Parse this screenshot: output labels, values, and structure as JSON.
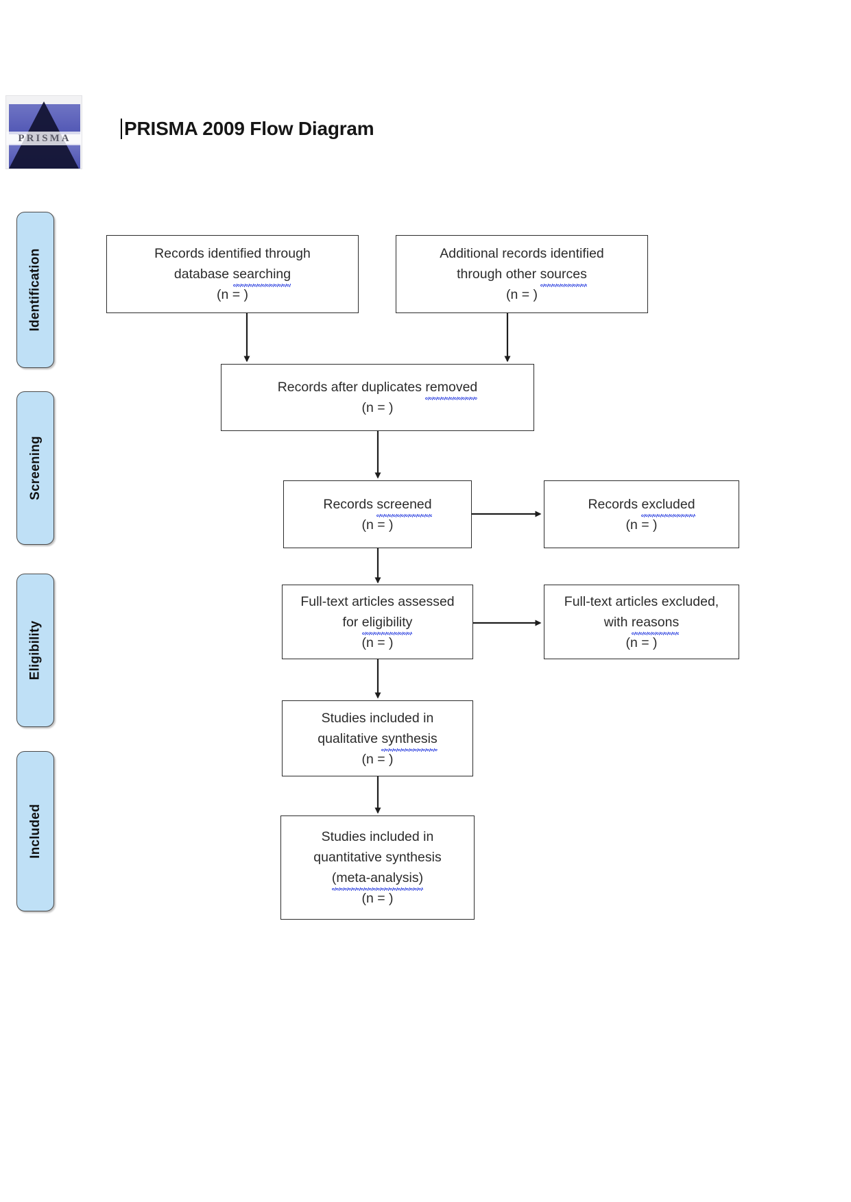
{
  "document": {
    "title": "PRISMA 2009 Flow Diagram",
    "logo_text": "PRISMA",
    "logo_alt": "prisma-logo"
  },
  "colors": {
    "stage_fill": "#bfe0f6",
    "stage_border": "#4a4a4a",
    "box_border": "#2b2b2b",
    "text": "#2b2b2b",
    "spellcheck_underline": "#2b3fe0"
  },
  "stages": [
    {
      "label": "Identification"
    },
    {
      "label": "Screening"
    },
    {
      "label": "Eligibility"
    },
    {
      "label": "Included"
    }
  ],
  "boxes": {
    "identified_database": {
      "line1": "Records identified through",
      "line2a": "database ",
      "line2b": "searching",
      "count": "(n =  )"
    },
    "identified_other": {
      "line1": "Additional records identified",
      "line2a": "through other ",
      "line2b": "sources",
      "count": "(n =  )"
    },
    "duplicates_removed": {
      "line1a": "Records after duplicates ",
      "line1b": "removed",
      "count": "(n =  )"
    },
    "records_screened": {
      "line1a": "Records ",
      "line1b": "screened",
      "count": "(n =  )"
    },
    "records_excluded": {
      "line1a": "Records ",
      "line1b": "excluded",
      "count": "(n =  )"
    },
    "fulltext_assessed": {
      "line1": "Full-text articles assessed",
      "line2a": "for ",
      "line2b": "eligibility",
      "count": "(n =  )"
    },
    "fulltext_excluded": {
      "line1": "Full-text articles excluded,",
      "line2a": "with ",
      "line2b": "reasons",
      "count": "(n =  )"
    },
    "qualitative_synthesis": {
      "line1": "Studies included in",
      "line2a": "qualitative ",
      "line2b": "synthesis",
      "count": "(n =  )"
    },
    "quantitative_synthesis": {
      "line1": "Studies included in",
      "line2": "quantitative synthesis",
      "line3": "(meta-analysis)",
      "count": "(n =  )"
    }
  }
}
